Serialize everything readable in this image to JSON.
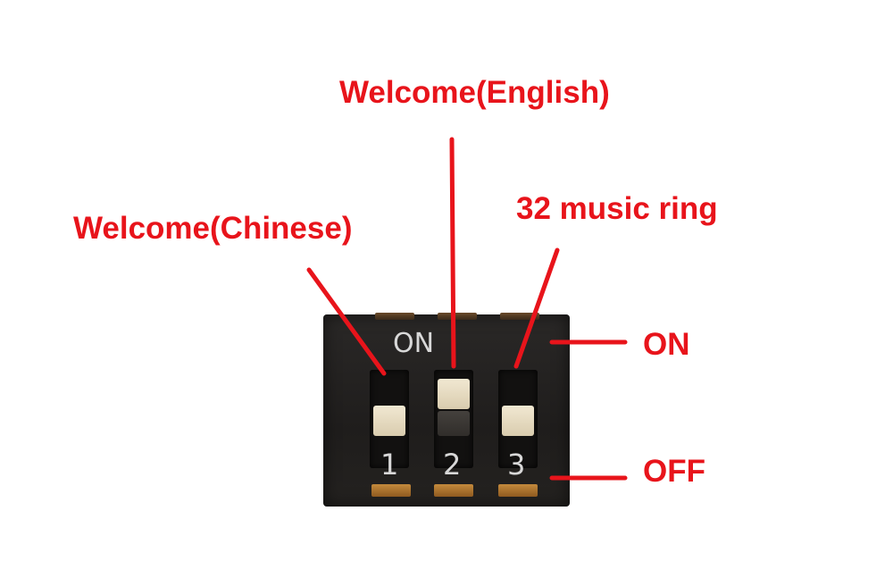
{
  "labels": {
    "english": "Welcome(English)",
    "chinese": "Welcome(Chinese)",
    "music": "32 music ring",
    "on": "ON",
    "off": "OFF"
  },
  "switch": {
    "body_on_text": "ON",
    "switch_numbers": [
      "1",
      "2",
      "3"
    ],
    "positions": [
      "off",
      "on",
      "off"
    ]
  },
  "colors": {
    "annotation": "#e8141b",
    "switch_body": "#242220",
    "actuator": "#ebe1c8",
    "pin": "#b07a35"
  }
}
